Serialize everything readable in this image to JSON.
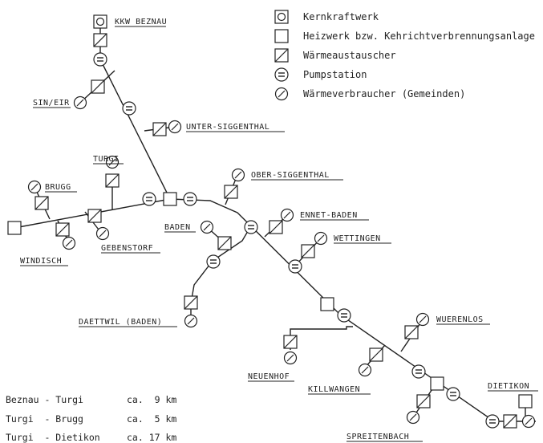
{
  "legend": {
    "kernkraftwerk": "Kernkraftwerk",
    "heizwerk": "Heizwerk bzw. Kehrichtverbrennungsanlage",
    "waermeaustauscher": "Wärmeaustauscher",
    "pumpstation": "Pumpstation",
    "waermeverbraucher": "Wärmeverbraucher (Gemeinden)"
  },
  "places": {
    "kkw_beznau": "KKW BEZNAU",
    "sin_eir": "SIN/EIR",
    "unter_siggenthal": "UNTER-SIGGENTHAL",
    "turgi": "TURGI",
    "brugg": "BRUGG",
    "windisch": "WINDISCH",
    "gebenstorf": "GEBENSTORF",
    "ober_siggenthal": "OBER-SIGGENTHAL",
    "ennet_baden": "ENNET-BADEN",
    "baden": "BADEN",
    "wettingen": "WETTINGEN",
    "daettwil": "DAETTWIL (BADEN)",
    "neuenhof": "NEUENHOF",
    "killwangen": "KILLWANGEN",
    "wuerenlos": "WUERENLOS",
    "spreitenbach": "SPREITENBACH",
    "dietikon": "DIETIKON"
  },
  "distances": [
    {
      "route": "Beznau - Turgi",
      "value": "ca.  9 km"
    },
    {
      "route": "Turgi  - Brugg",
      "value": "ca.  5 km"
    },
    {
      "route": "Turgi  - Dietikon",
      "value": "ca. 17 km"
    }
  ]
}
